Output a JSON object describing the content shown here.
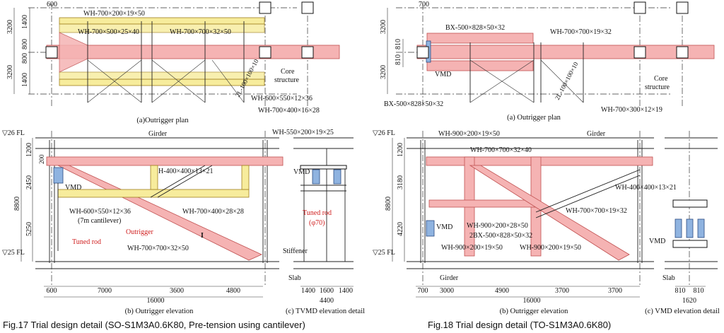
{
  "left": {
    "plan": {
      "dims_left": [
        "3200",
        "3200",
        "1400",
        "800",
        "800",
        "1400"
      ],
      "top_dim": "600",
      "labels": {
        "wh_700_200": "WH-700×200×19×50",
        "wh_700_500": "WH-700×500×25×40",
        "wh_700_700": "WH-700×700×32×50",
        "wh_600_550": "WH-600×550×12×36",
        "wh_700_400": "WH-700×400×16×28",
        "diag": "2L-100×100×10",
        "core": "Core",
        "structure": "structure"
      },
      "caption": "(a)Outrigger plan"
    },
    "elev": {
      "fl_top": "▽26 FL",
      "fl_bot": "▽25 FL",
      "girder": "Girder",
      "dims_left": [
        "1200",
        "200",
        "2450",
        "8800",
        "5250"
      ],
      "labels": {
        "h_400": "H-400×400×13×21",
        "vmd": "VMD",
        "wh_600": "WH-600×550×12×36",
        "cantilever": "(7m cantilever)",
        "wh_700_400": "WH-700×400×28×28",
        "outrigger": "Outrigger",
        "tuned_rod": "Tuned rod",
        "wh_700_700": "WH-700×700×32×50"
      },
      "bottom_dims": [
        "600",
        "7000",
        "3600",
        "4800"
      ],
      "total": "16000",
      "caption": "(b) Outrigger elevation"
    },
    "detail": {
      "top": "WH-550×200×19×25",
      "vmd": "VMD",
      "tuned_rod": "Tuned rod",
      "phi": "(φ70)",
      "stiffener": "Stiffener",
      "slab": "Slab",
      "dims": [
        "1400",
        "1600",
        "1400"
      ],
      "total": "4400",
      "caption": "(c) TVMD elevation detail"
    },
    "figure": "Fig.17   Trial design detail (SO-S1M3A0.6K80, Pre-tension using cantilever)"
  },
  "right": {
    "plan": {
      "dims_left": [
        "3200",
        "3200",
        "810",
        "810"
      ],
      "top_dim": "700",
      "labels": {
        "bx_top": "BX-500×828×50×32",
        "wh_700_700": "WH-700×700×19×32",
        "vmd": "VMD",
        "diag": "2L-100×100×10",
        "core": "Core",
        "structure": "structure",
        "bx_bot": "BX-500×828×50×32",
        "wh_700_300": "WH-700×300×12×19"
      },
      "caption": "(a) Outrigger plan"
    },
    "elev": {
      "fl_top": "▽26 FL",
      "fl_bot": "▽25 FL",
      "girder": "Girder",
      "girder_bot": "Girder",
      "dims_left": [
        "1200",
        "3180",
        "8800",
        "4220"
      ],
      "labels": {
        "wh_900_top": "WH-900×200×19×50",
        "wh_700_32_40": "WH-700×700×32×40",
        "wh_400": "WH-400×400×13×21",
        "wh_700_19": "WH-700×700×19×32",
        "wh_900_28": "WH-900×200×28×50",
        "bx": "2BX-500×828×50×32",
        "vmd": "VMD",
        "wh_900_bl": "WH-900×200×19×50",
        "wh_900_br": "WH-900×200×19×50"
      },
      "bottom_dims": [
        "700",
        "3000",
        "4900",
        "3700",
        "3700"
      ],
      "total": "16000",
      "caption": "(b) Outrigger elevation"
    },
    "detail": {
      "vmd": "VMD",
      "slab": "Slab",
      "dims": [
        "810",
        "810"
      ],
      "total": "1620",
      "caption": "(c) VMD elevation detail"
    },
    "figure": "Fig.18   Trial design detail (TO-S1M3A0.6K80)"
  }
}
